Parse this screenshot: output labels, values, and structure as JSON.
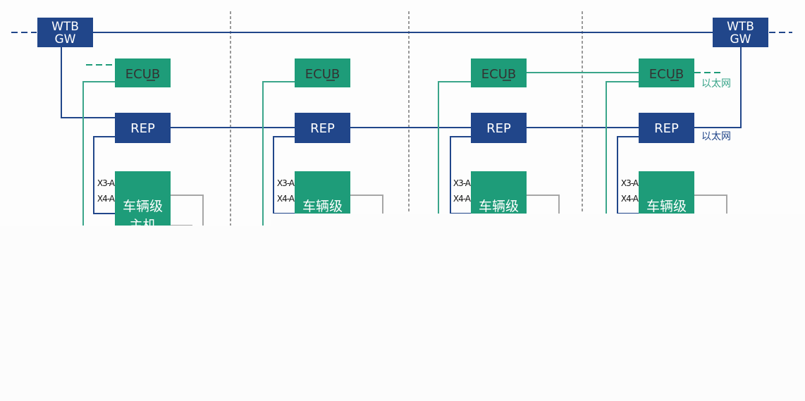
{
  "colors": {
    "blue": "#21468a",
    "green": "#1e9c79",
    "green_line": "#3aa58a",
    "ecub_text": "#333333",
    "divider": "#999999",
    "gray_line": "#a6a6a6"
  },
  "gateways": {
    "left": {
      "line1": "WTB",
      "line2": "GW"
    },
    "right": {
      "line1": "WTB",
      "line2": "GW"
    }
  },
  "cars": [
    {
      "ecub": "ECUB",
      "rep": "REP",
      "head_unit_line1": "车辆级",
      "head_unit_line2": "主机",
      "port_x3": "X3-A",
      "port_x4": "X4-A"
    },
    {
      "ecub": "ECUB",
      "rep": "REP",
      "head_unit_line1": "车辆级",
      "head_unit_line2": "",
      "port_x3": "X3-A",
      "port_x4": "X4-A"
    },
    {
      "ecub": "ECUB",
      "rep": "REP",
      "head_unit_line1": "车辆级",
      "head_unit_line2": "",
      "port_x3": "X3-A",
      "port_x4": "X4-A"
    },
    {
      "ecub": "ECUB",
      "rep": "REP",
      "head_unit_line1": "车辆级",
      "head_unit_line2": "",
      "port_x3": "X3-A",
      "port_x4": "X4-A"
    }
  ],
  "labels": {
    "ethernet_green": "以太网",
    "ethernet_blue": "以太网"
  }
}
